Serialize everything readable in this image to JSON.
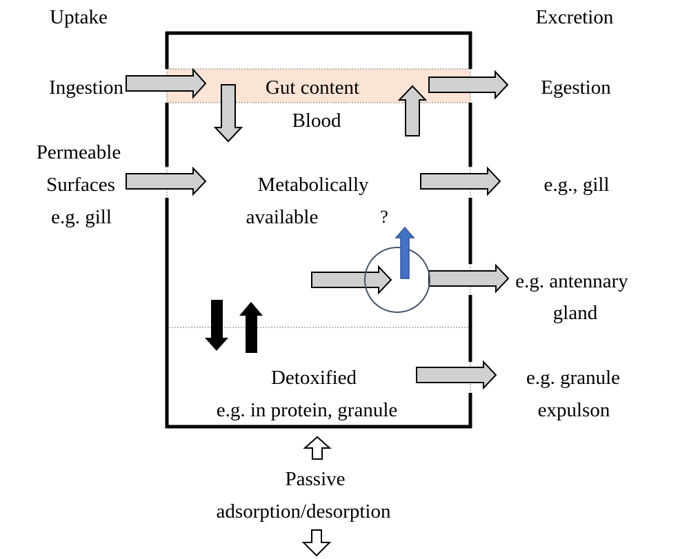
{
  "headers": {
    "uptake": "Uptake",
    "excretion": "Excretion"
  },
  "uptake_routes": {
    "ingestion": "Ingestion",
    "permeable_line1": "Permeable",
    "permeable_line2": "Surfaces",
    "permeable_line3": "e.g. gill"
  },
  "compartments": {
    "gut_content": "Gut content",
    "blood": "Blood",
    "metabolically_line1": "Metabolically",
    "metabolically_line2": "available",
    "unknown_mark": "?",
    "detoxified_line1": "Detoxified",
    "detoxified_line2": "e.g. in protein, granule"
  },
  "excretion_routes": {
    "egestion": "Egestion",
    "gill": "e.g., gill",
    "antennary_line1": "e.g. antennary",
    "antennary_line2": "gland",
    "granule_line1": "e.g. granule",
    "granule_line2": "expulson"
  },
  "passive": {
    "line1": "Passive",
    "line2": "adsorption/desorption"
  },
  "colors": {
    "gut_band": "#fbe3d6",
    "arrow_fill": "#d0d0d0",
    "blue_arrow": "#4472c4",
    "circle_stroke": "#44546a",
    "box_stroke": "#000000"
  }
}
